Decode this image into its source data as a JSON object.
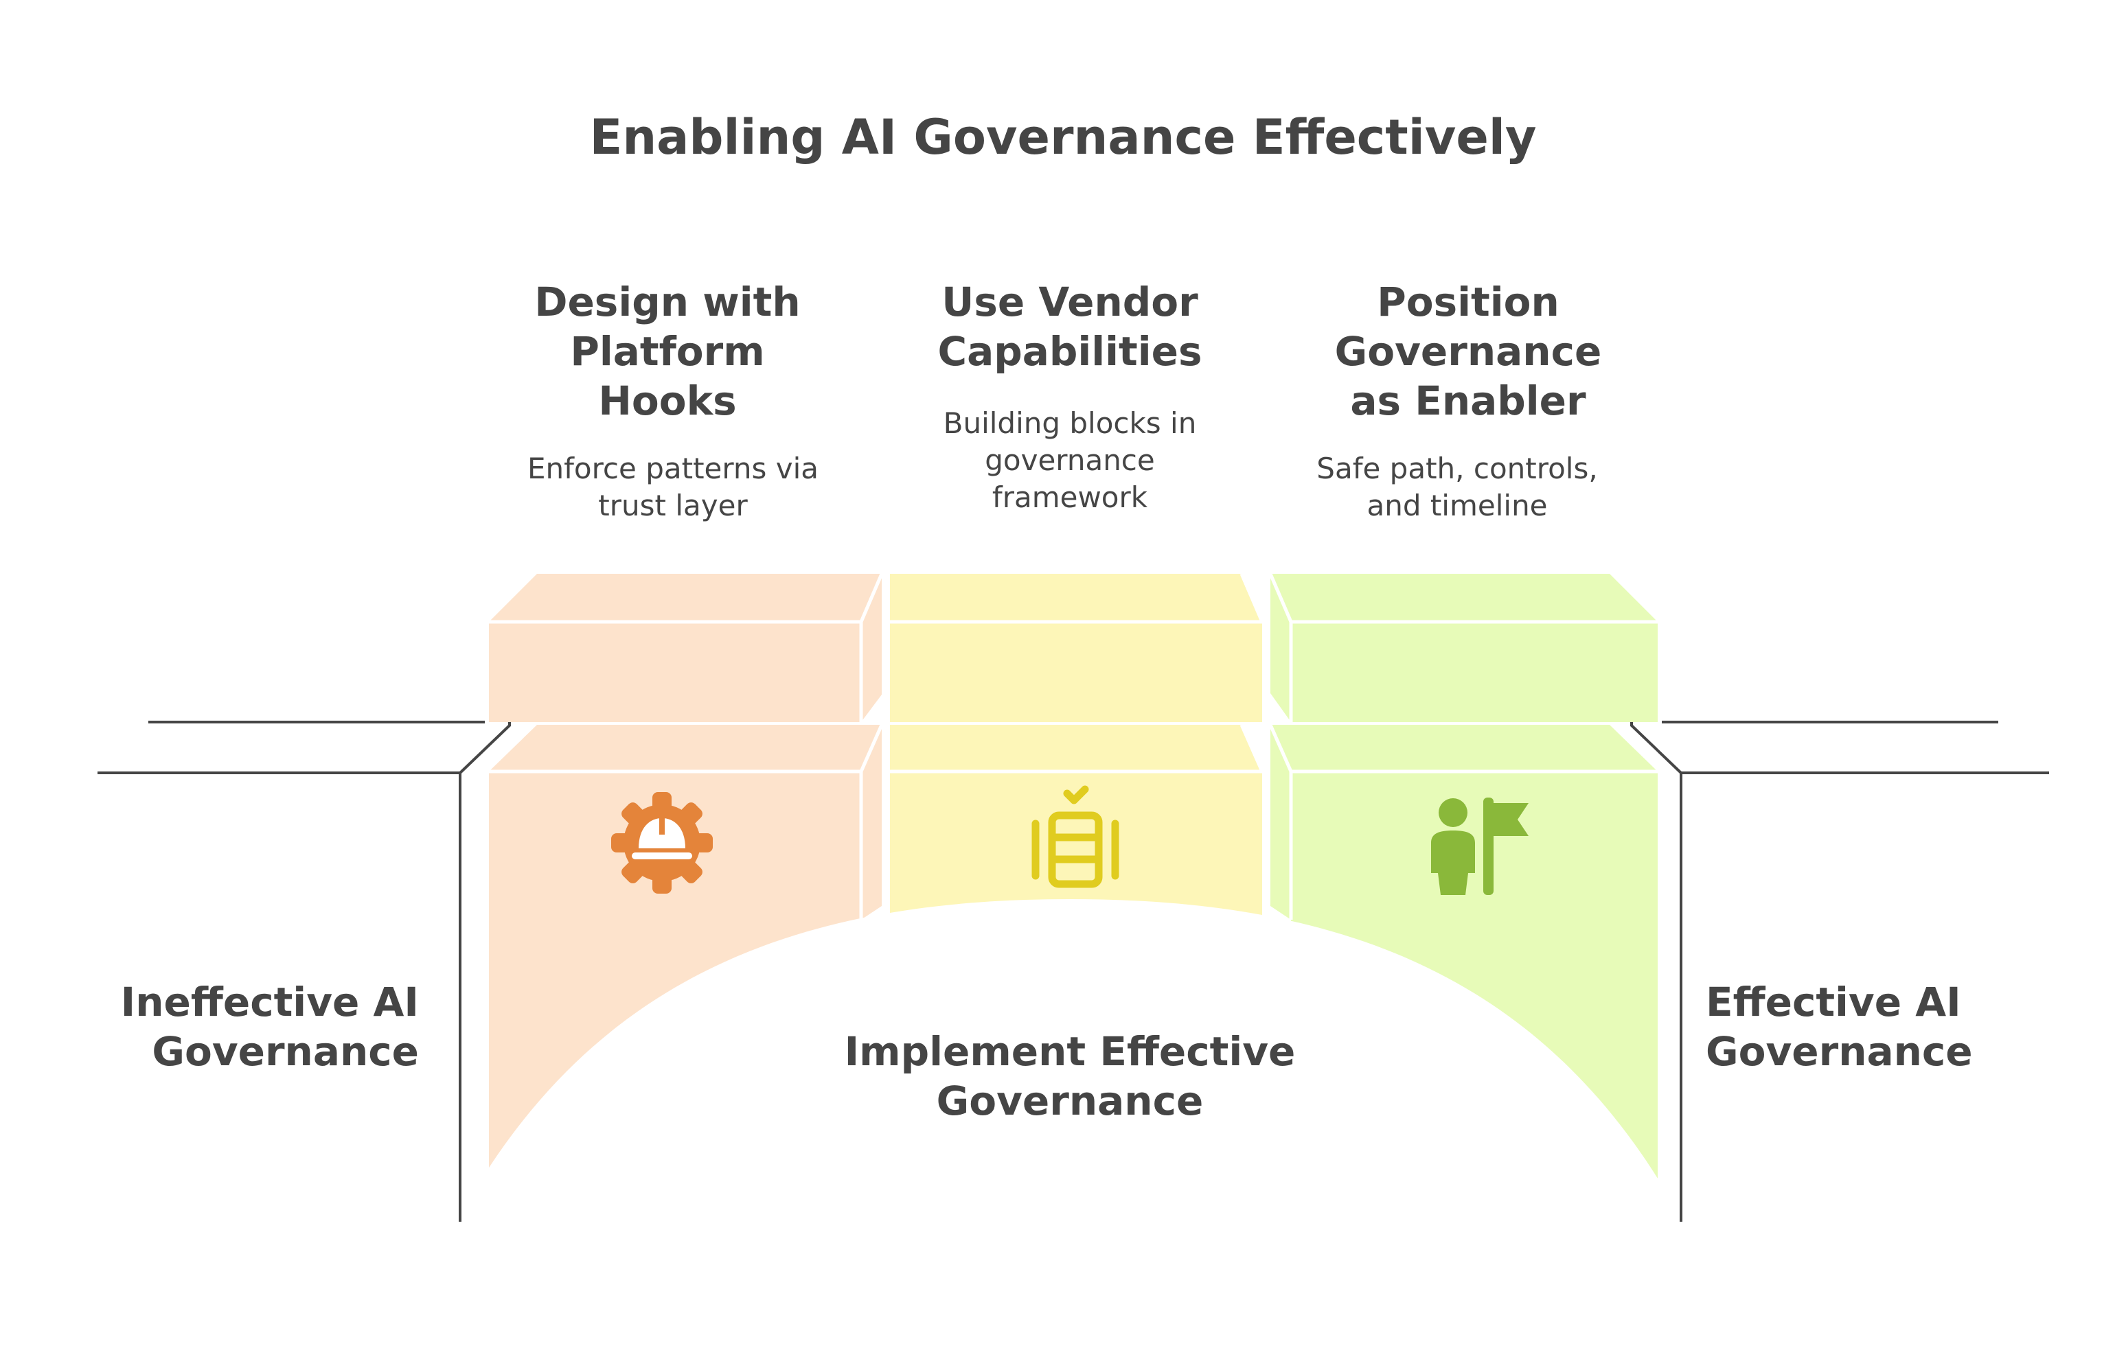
{
  "title": "Enabling AI Governance Effectively",
  "steps": [
    {
      "title_lines": [
        "Design with",
        "Platform",
        "Hooks"
      ],
      "desc_lines": [
        "Enforce patterns via",
        "trust layer"
      ],
      "icon": "gear-helmet-icon",
      "color": "#e4843a",
      "fill": "#fde3cc"
    },
    {
      "title_lines": [
        "Use Vendor",
        "Capabilities"
      ],
      "desc_lines": [
        "Building blocks in",
        "governance",
        "framework"
      ],
      "icon": "checklist-blocks-icon",
      "color": "#e0cc1f",
      "fill": "#fdf6b8"
    },
    {
      "title_lines": [
        "Position",
        "Governance",
        "as Enabler"
      ],
      "desc_lines": [
        "Safe path, controls,",
        "and timeline"
      ],
      "icon": "person-flag-icon",
      "color": "#8ab83a",
      "fill": "#e7fbb8"
    }
  ],
  "left_label_lines": [
    "Ineffective AI",
    "Governance"
  ],
  "right_label_lines": [
    "Effective AI",
    "Governance"
  ],
  "bottom_label_lines": [
    "Implement Effective",
    "Governance"
  ]
}
